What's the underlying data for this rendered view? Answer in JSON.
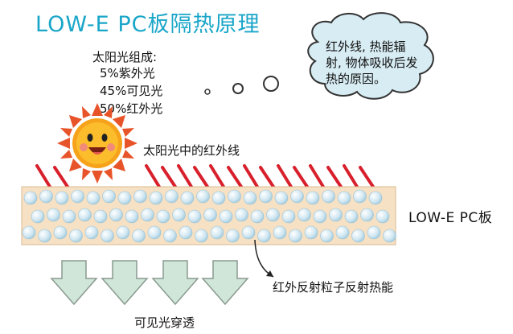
{
  "title": "LOW-E PC板隔热原理",
  "sunlight": {
    "heading": "太阳光组成:",
    "components": [
      "5%紫外光",
      "45%可见光",
      "50%红外光"
    ]
  },
  "thought_bubble": {
    "text": "红外线, 热能辐射, 物体吸收后发热的原因。"
  },
  "labels": {
    "infrared_in_sunlight": "太阳光中的红外线",
    "panel": "LOW-E PC板",
    "reflect": "红外反射粒子反射热能",
    "visible_through": "可见光穿透"
  },
  "colors": {
    "title": "#1aa6c9",
    "panel_fill": "#f6e1c4",
    "particle": "#cfe6f1",
    "ir_ray": "#d8202c",
    "down_arrow": "#cfe6d8",
    "bubble_fill": "#d7ecf3",
    "sun": "#f7a21b"
  },
  "icons": [
    "sun-icon",
    "thought-bubble-icon",
    "down-arrow-icon"
  ]
}
